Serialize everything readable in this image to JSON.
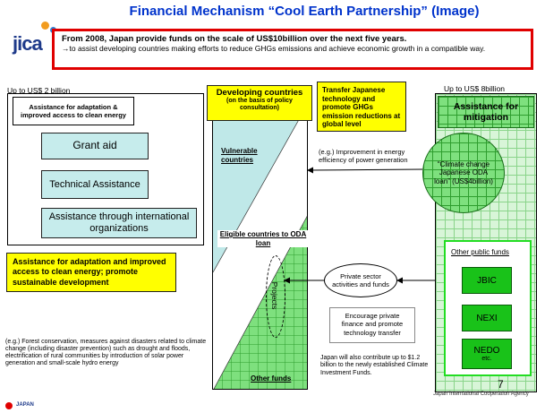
{
  "title": "Financial Mechanism “Cool Earth Partnership” (Image)",
  "intro": {
    "line1": "From 2008, Japan provide funds on the scale of US$10billion over the next five years.",
    "line2": "→to assist developing  countries making efforts to reduce GHGs emissions and achieve economic growth in a compatible way."
  },
  "jica_logo": "jica",
  "left": {
    "amount": "Up to US$ 2 billion",
    "header": "Assistance for adaptation & improved access to clean energy",
    "items": [
      "Grant aid",
      "Technical Assistance",
      "Assistance through international organizations"
    ],
    "summary": "Assistance for adaptation and improved access to clean energy; promote sustainable development"
  },
  "center": {
    "header": "Developing countries",
    "subheader": "(on the basis of policy consultation)",
    "vulnerable": "Vulnerable countries",
    "eligible": "Eligible countries to ODA loan",
    "projects": "Projects",
    "other_funds": "Other funds"
  },
  "transfer_box": "Transfer Japanese technology and promote GHGs emission reductions at global level",
  "eg_energy": "(e.g.) Improvement in energy efficiency of power generation",
  "private_ellipse": "Private sector activities and funds",
  "encourage": "Encourage private finance and promote technology transfer",
  "climate_fund_note": "Japan will also contribute up to $1.2 billion to the newly established Climate Investment Funds.",
  "right": {
    "amount": "Up to US$ 8billion",
    "header": "Assistance for mitigation",
    "oda": "“Climate change Japanese ODA loan” (US$4billion)",
    "other_public": "Other public funds",
    "funds": [
      "JBIC",
      "NEXI",
      "NEDO"
    ],
    "nedo_etc": "etc."
  },
  "eg_forest": "(e.g.) Forest conservation, measures against disasters related to climate change (including disaster prevention) such as  drought and floods, electrification of rural communities by introduction of solar power generation and small-scale hydro energy",
  "footer": {
    "page": "7",
    "agency": "Japan International Cooperation Agency",
    "japan": "JAPAN"
  },
  "colors": {
    "title_blue": "#0033cc",
    "frame_red": "#e00000",
    "yellow": "#ffff00",
    "green": "#19c219",
    "teal": "#bfe8e8"
  }
}
